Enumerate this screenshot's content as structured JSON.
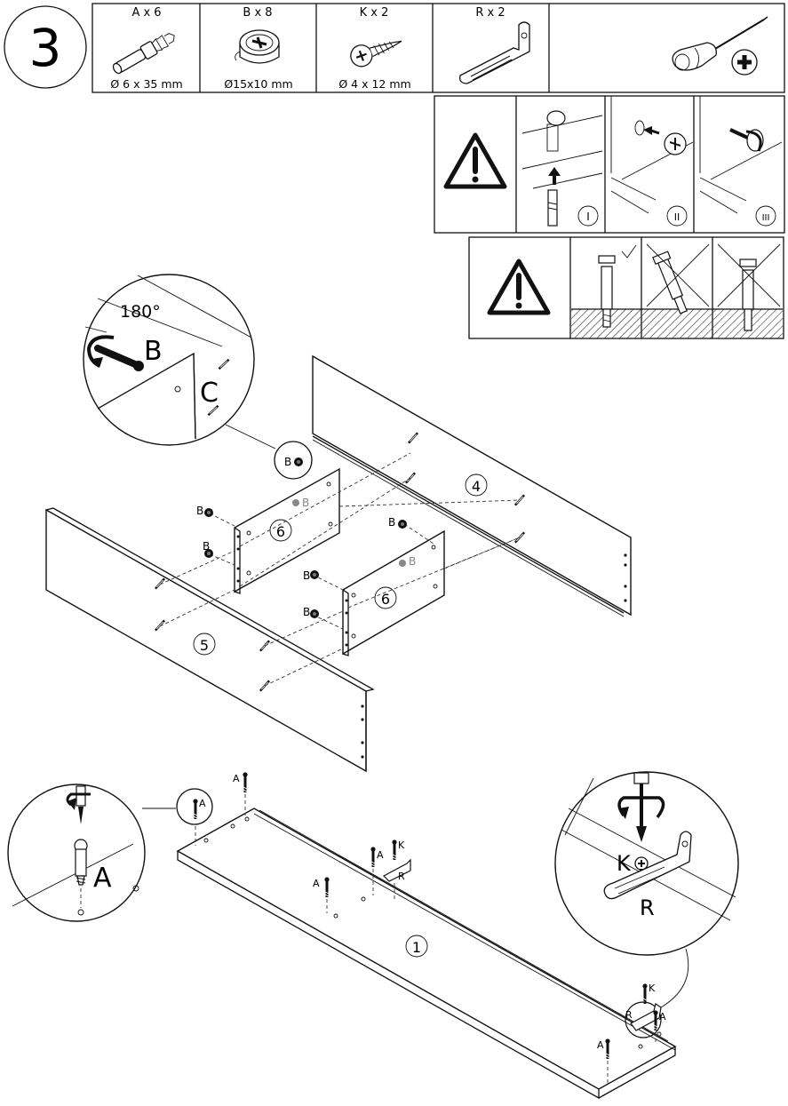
{
  "step": {
    "number": "3"
  },
  "parts": [
    {
      "code": "A x 6",
      "spec": "Ø 6 x 35 mm",
      "icon": "dowel-screw-icon"
    },
    {
      "code": "B x 8",
      "spec": "Ø15x10 mm",
      "icon": "cam-lock-icon"
    },
    {
      "code": "K x 2",
      "spec": "Ø 4 x 12 mm",
      "icon": "screw-icon"
    },
    {
      "code": "R x 2",
      "spec": "",
      "icon": "l-bracket-icon"
    }
  ],
  "tools": {
    "icon": "phillips-screwdriver-icon"
  },
  "warning_sequence": {
    "icon": "warning-icon",
    "steps": [
      "I",
      "II",
      "III"
    ]
  },
  "warning_depth": {
    "icon": "warning-icon",
    "cases": [
      "correct",
      "wrong",
      "wrong"
    ]
  },
  "callouts": {
    "rotation": "180°",
    "cam_label": "B",
    "pin_label": "C",
    "dowel_label": "A",
    "screw_label": "K",
    "bracket_label": "R"
  },
  "panels": {
    "p1": "1",
    "p4": "4",
    "p5": "5",
    "p6a": "6",
    "p6b": "6"
  },
  "markers": {
    "b": "B",
    "a": "A",
    "k": "K",
    "r": "R"
  }
}
